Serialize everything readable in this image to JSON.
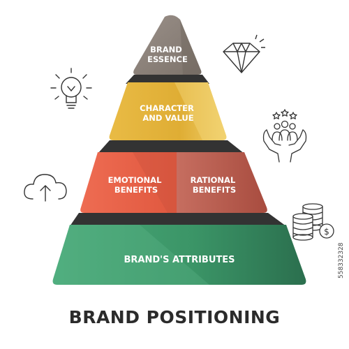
{
  "title": "BRAND POSITIONING",
  "tiers": {
    "essence": {
      "line1": "BRAND",
      "line2": "ESSENCE",
      "color": "#8f847b"
    },
    "character": {
      "line1": "CHARACTER",
      "line2": "AND VALUE",
      "color": "#e2b33a"
    },
    "emotional": {
      "line1": "EMOTIONAL",
      "line2": "BENEFITS",
      "color": "#e8604a"
    },
    "rational": {
      "line1": "RATIONAL",
      "line2": "BENEFITS",
      "color": "#c86a5c"
    },
    "attributes": {
      "line1": "BRAND'S ATTRIBUTES",
      "color": "#3f9a6e"
    }
  },
  "icons": [
    "diamond-icon",
    "lightbulb-icon",
    "people-in-hands-icon",
    "cloud-upload-icon",
    "coins-icon"
  ],
  "watermark": "558332328"
}
